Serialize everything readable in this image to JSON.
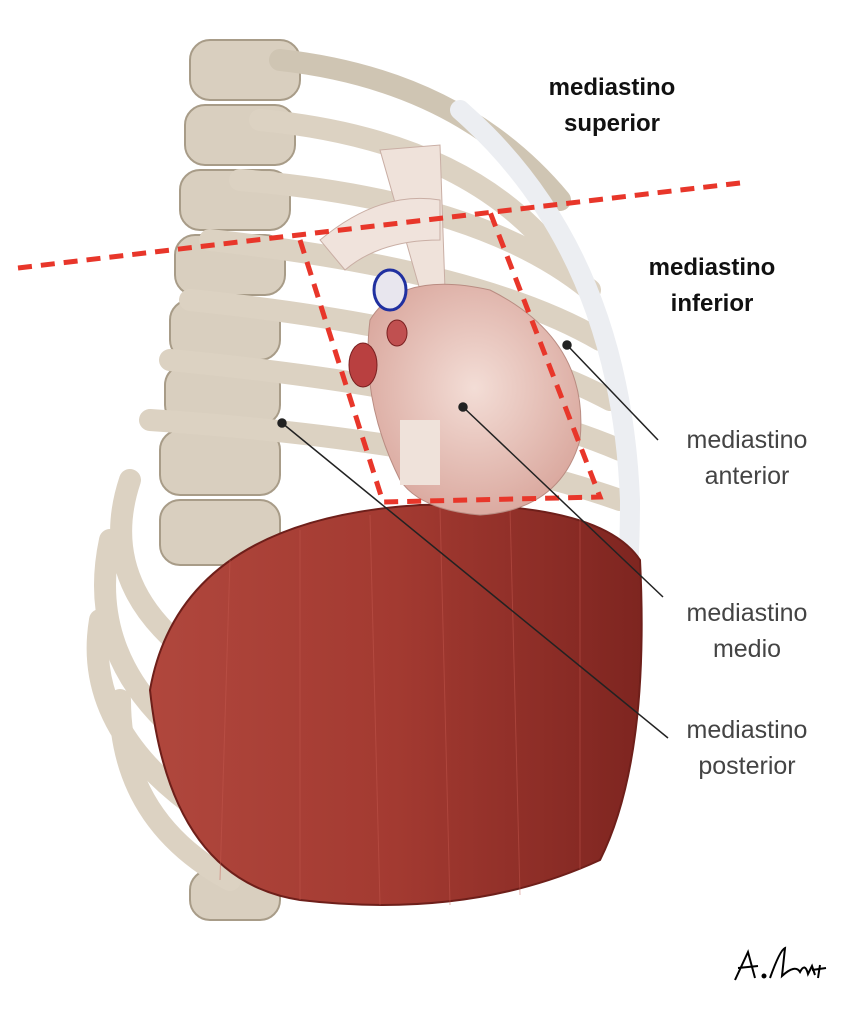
{
  "labels": {
    "superior": [
      "mediastino",
      "superior"
    ],
    "inferior": [
      "mediastino",
      "inferior"
    ],
    "anterior": [
      "mediastino",
      "anterior"
    ],
    "medio": [
      "mediastino",
      "medio"
    ],
    "posterior": [
      "mediastino",
      "posterior"
    ]
  },
  "signature": "A. Sunit",
  "colors": {
    "dash": "#e8362a",
    "muscle": "#9b2f27",
    "bone": "#ddd3c3",
    "heart": "#ecc6bd"
  }
}
